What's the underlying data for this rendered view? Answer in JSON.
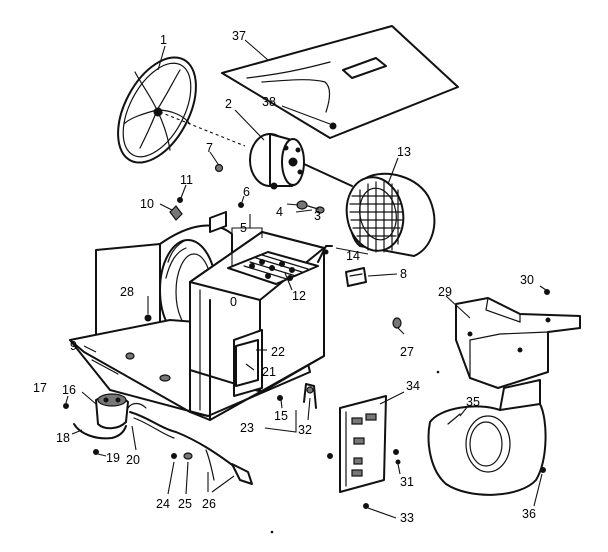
{
  "callouts": {
    "c1": "1",
    "c2": "2",
    "c3": "3",
    "c4": "4",
    "c5": "5",
    "c6": "6",
    "c7": "7",
    "c8": "8",
    "c9": "9",
    "c10": "10",
    "c11": "11",
    "c12": "12",
    "c13": "13",
    "c14": "14",
    "c15": "15",
    "c16": "16",
    "c17": "17",
    "c18": "18",
    "c19": "19",
    "c20": "20",
    "c21": "21",
    "c22": "22",
    "c23": "23",
    "c24": "24",
    "c25": "25",
    "c26": "26",
    "c27": "27",
    "c28": "28",
    "c29": "29",
    "c30": "30",
    "c31": "31",
    "c32": "32",
    "c33": "33",
    "c34": "34",
    "c35": "35",
    "c36": "36",
    "c37": "37",
    "c38": "38"
  },
  "panel_mark": "0"
}
